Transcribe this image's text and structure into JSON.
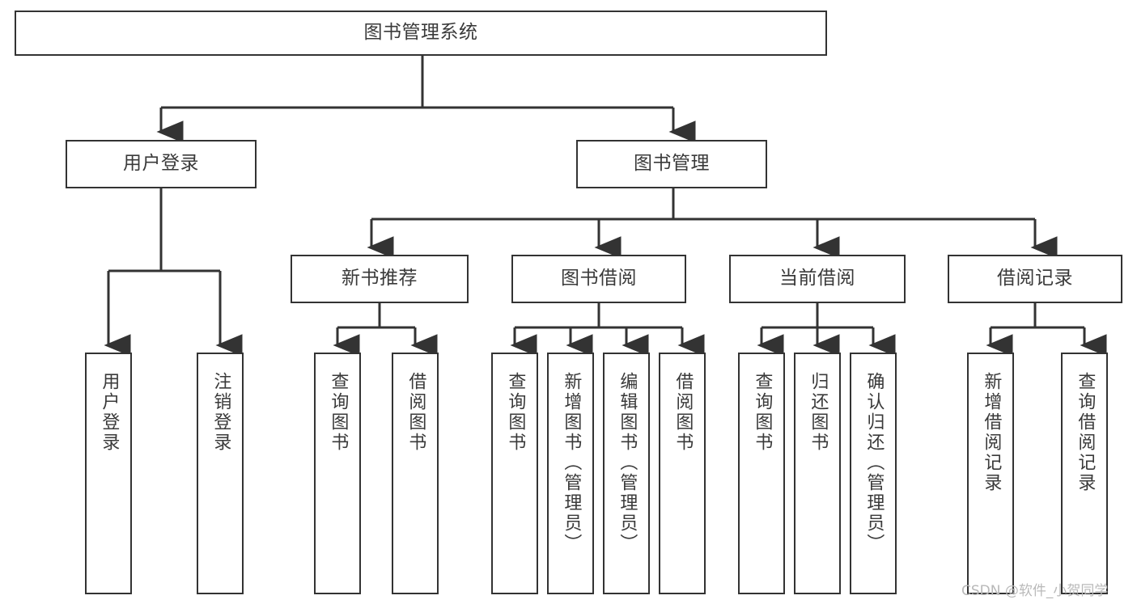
{
  "diagram": {
    "title": "图书管理系统",
    "type": "tree",
    "orientation": "top-down",
    "colors": {
      "box_border": "#333333",
      "box_fill": "#ffffff",
      "text": "#3a3a3a",
      "edge": "#333333",
      "watermark": "#b9b9b9",
      "background": "#ffffff"
    }
  },
  "watermark": {
    "text": "CSDN @软件_小贺同学"
  },
  "nodes": {
    "root": {
      "label": "图书管理系统"
    },
    "level2": [
      {
        "id": "user-login",
        "label": "用户登录"
      },
      {
        "id": "book-management",
        "label": "图书管理"
      }
    ],
    "level3": [
      {
        "id": "new-book-recommend",
        "label": "新书推荐"
      },
      {
        "id": "book-borrow",
        "label": "图书借阅"
      },
      {
        "id": "current-borrow",
        "label": "当前借阅"
      },
      {
        "id": "borrow-record",
        "label": "借阅记录"
      }
    ],
    "leaves": {
      "user_login": [
        {
          "id": "leaf-user-login",
          "label": "用户登录"
        },
        {
          "id": "leaf-logout-login",
          "label": "注销登录"
        }
      ],
      "new_book_recommend": [
        {
          "id": "leaf-query-book-1",
          "label": "查询图书"
        },
        {
          "id": "leaf-borrow-book-1",
          "label": "借阅图书"
        }
      ],
      "book_borrow": [
        {
          "id": "leaf-query-book-2",
          "label": "查询图书"
        },
        {
          "id": "leaf-add-book",
          "label": "新增图书（管理员）"
        },
        {
          "id": "leaf-edit-book",
          "label": "编辑图书（管理员）"
        },
        {
          "id": "leaf-borrow-book-2",
          "label": "借阅图书"
        }
      ],
      "current_borrow": [
        {
          "id": "leaf-query-book-3",
          "label": "查询图书"
        },
        {
          "id": "leaf-return-book",
          "label": "归还图书"
        },
        {
          "id": "leaf-confirm-return",
          "label": "确认归还（管理员）"
        }
      ],
      "borrow_record": [
        {
          "id": "leaf-add-borrow-record",
          "label": "新增借阅记录"
        },
        {
          "id": "leaf-query-borrow-record",
          "label": "查询借阅记录"
        }
      ]
    }
  }
}
